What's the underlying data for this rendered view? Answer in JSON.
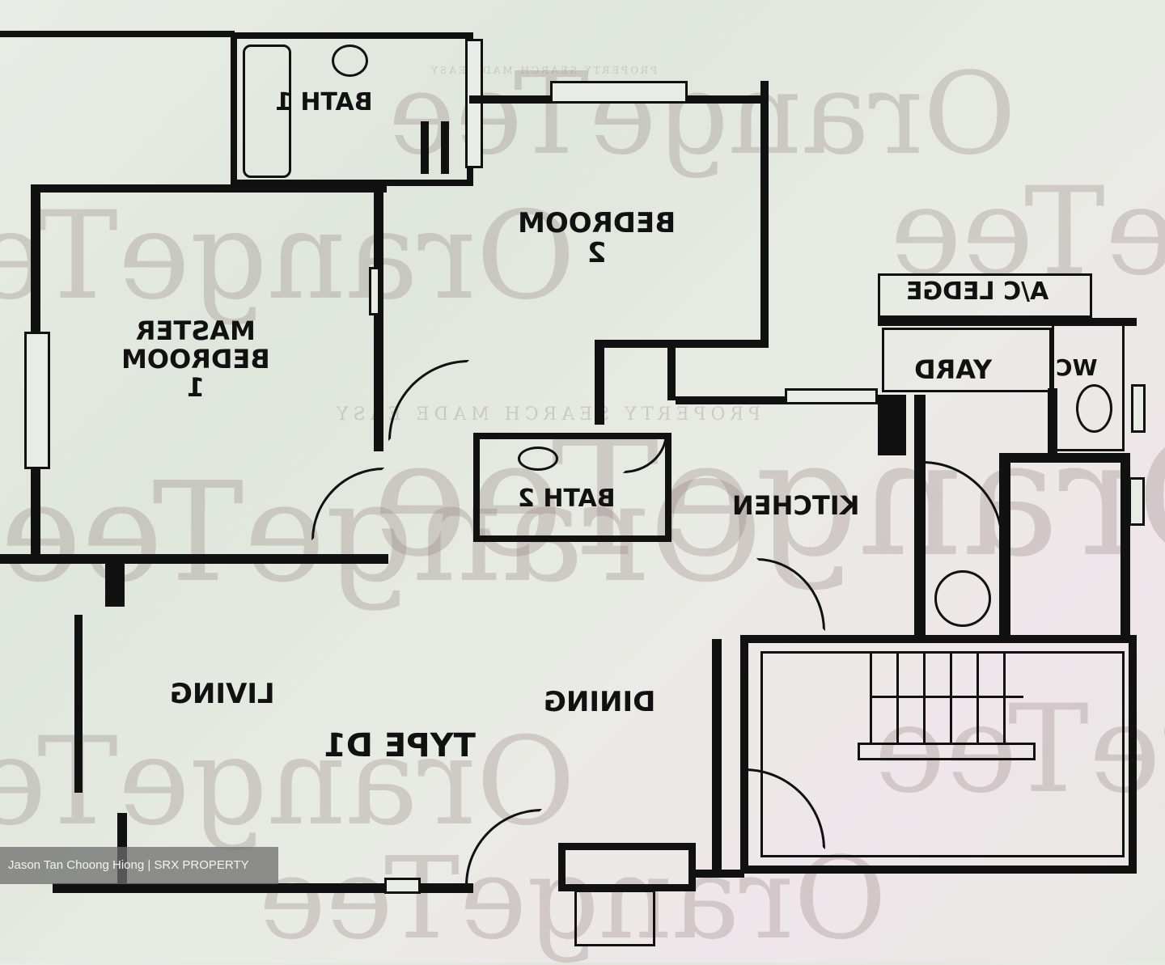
{
  "plan": {
    "type_label": "TYPE D1",
    "mirrored": true,
    "rooms": [
      {
        "id": "bath1",
        "label": "BATH 1"
      },
      {
        "id": "bedroom2",
        "label": "BEDROOM\n2"
      },
      {
        "id": "master",
        "label": "MASTER\nBEDROOM\n1"
      },
      {
        "id": "ac_ledge",
        "label": "A/C LEDGE"
      },
      {
        "id": "yard",
        "label": "YARD"
      },
      {
        "id": "wc",
        "label": "WC"
      },
      {
        "id": "bath2",
        "label": "BATH 2"
      },
      {
        "id": "kitchen",
        "label": "KITCHEN"
      },
      {
        "id": "living",
        "label": "LIVING"
      },
      {
        "id": "dining",
        "label": "DINING"
      }
    ]
  },
  "watermark": {
    "text": "OrangeTee",
    "tagline": "PROPERTY SEARCH MADE EASY"
  },
  "caption": "Jason Tan Choong Hiong | SRX PROPERTY",
  "colors": {
    "wall": "#111111",
    "background": "#e6e9e3",
    "caption_bg": "#6e6e6e"
  }
}
